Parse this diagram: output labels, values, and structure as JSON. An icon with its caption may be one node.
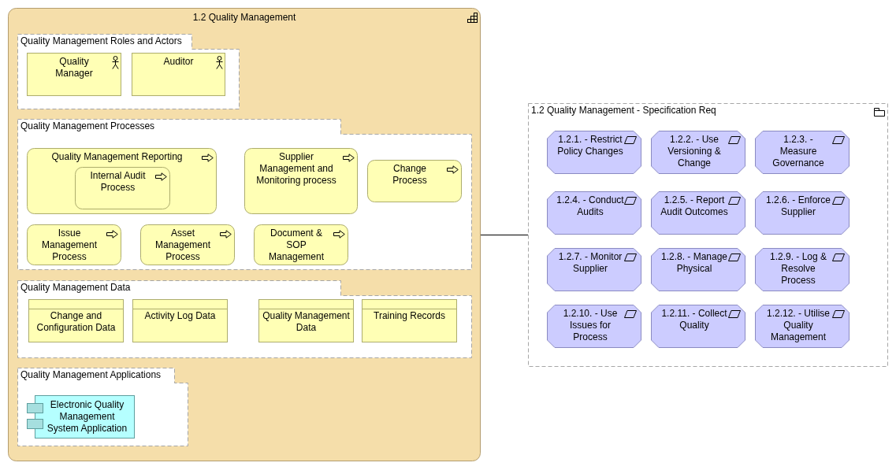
{
  "diagram": {
    "nodes": [
      {
        "text": [
          "1.2 Quality Management"
        ]
      },
      {
        "text": [
          "Quality Management Roles and Actors"
        ],
        "in": 0
      },
      {
        "text": [
          "Quality Manager"
        ],
        "in": 1
      },
      {
        "text": [
          "Auditor"
        ],
        "in": 1
      },
      {
        "text": [
          "Quality Management Processes"
        ],
        "in": 0
      },
      {
        "text": [
          "Quality Management Reporting"
        ],
        "in": 4
      },
      {
        "text": [
          "Internal Audit Process"
        ],
        "in": 5
      },
      {
        "text": [
          "Supplier Management and Monitoring process"
        ],
        "in": 4
      },
      {
        "text": [
          "Change Process"
        ],
        "in": 4
      },
      {
        "text": [
          "Issue Management Process"
        ],
        "in": 4
      },
      {
        "text": [
          "Asset Management Process"
        ],
        "in": 4
      },
      {
        "text": [
          "Document & SOP Management"
        ],
        "in": 4
      },
      {
        "text": [
          "Quality Management Data"
        ],
        "in": 0
      },
      {
        "text": [
          "Change and Configuration Data"
        ],
        "in": 12
      },
      {
        "text": [
          "Activity Log Data"
        ],
        "in": 12
      },
      {
        "text": [
          "Quality Management Data"
        ],
        "in": 12
      },
      {
        "text": [
          "Training Records"
        ],
        "in": 12
      },
      {
        "text": [
          "Quality Management Applications"
        ],
        "in": 0
      },
      {
        "text": [
          "Electronic Quality Management System Application"
        ],
        "in": 17
      },
      {
        "text": [
          "1.2 Quality Management - Specification Req"
        ]
      },
      {
        "text": [
          "1.2.1. - Restrict Policy Changes"
        ],
        "in": 19
      },
      {
        "text": [
          "1.2.2. - Use Versioning & Change"
        ],
        "in": 19
      },
      {
        "text": [
          "1.2.3. - Measure Governance"
        ],
        "in": 19
      },
      {
        "text": [
          "1.2.4. - Conduct Audits"
        ],
        "in": 19
      },
      {
        "text": [
          "1.2.5. - Report Audit Outcomes"
        ],
        "in": 19
      },
      {
        "text": [
          "1.2.6. - Enforce Supplier"
        ],
        "in": 19
      },
      {
        "text": [
          "1.2.7. - Monitor Supplier"
        ],
        "in": 19
      },
      {
        "text": [
          "1.2.8. - Manage Physical"
        ],
        "in": 19
      },
      {
        "text": [
          "1.2.9. - Log & Resolve Process"
        ],
        "in": 19
      },
      {
        "text": [
          "1.2.10. - Use Issues for Process"
        ],
        "in": 19
      },
      {
        "text": [
          "1.2.11. - Collect Quality"
        ],
        "in": 19
      },
      {
        "text": [
          "1.2.12. - Utilise Quality Management"
        ],
        "in": 19
      }
    ],
    "edges": [
      {
        "from": 0,
        "to": 19,
        "arrow": "none"
      }
    ]
  }
}
